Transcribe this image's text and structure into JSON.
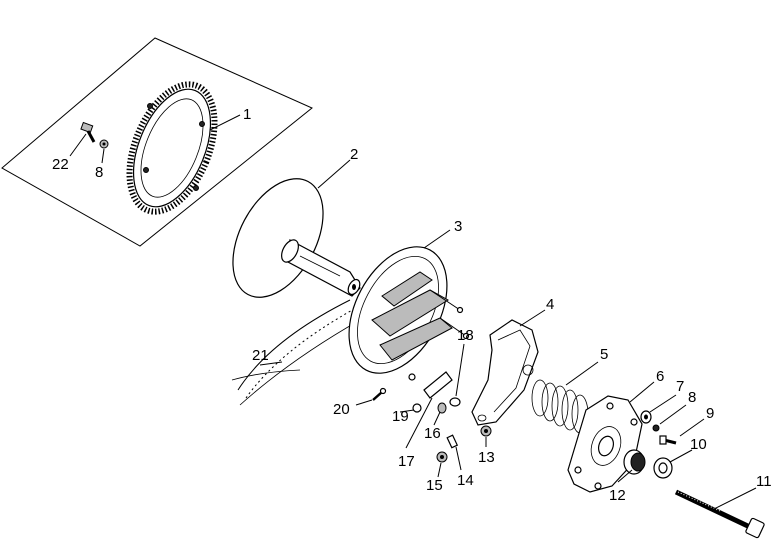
{
  "callouts": [
    {
      "id": "c1",
      "label": "1"
    },
    {
      "id": "c2",
      "label": "2"
    },
    {
      "id": "c3",
      "label": "3"
    },
    {
      "id": "c4",
      "label": "4"
    },
    {
      "id": "c5",
      "label": "5"
    },
    {
      "id": "c6",
      "label": "6"
    },
    {
      "id": "c7",
      "label": "7"
    },
    {
      "id": "c8a",
      "label": "8"
    },
    {
      "id": "c8b",
      "label": "8"
    },
    {
      "id": "c9",
      "label": "9"
    },
    {
      "id": "c10",
      "label": "10"
    },
    {
      "id": "c11",
      "label": "11"
    },
    {
      "id": "c12",
      "label": "12"
    },
    {
      "id": "c13",
      "label": "13"
    },
    {
      "id": "c14",
      "label": "14"
    },
    {
      "id": "c15",
      "label": "15"
    },
    {
      "id": "c16",
      "label": "16"
    },
    {
      "id": "c17",
      "label": "17"
    },
    {
      "id": "c18",
      "label": "18"
    },
    {
      "id": "c19",
      "label": "19"
    },
    {
      "id": "c20",
      "label": "20"
    },
    {
      "id": "c21",
      "label": "21"
    },
    {
      "id": "c22",
      "label": "22"
    }
  ]
}
